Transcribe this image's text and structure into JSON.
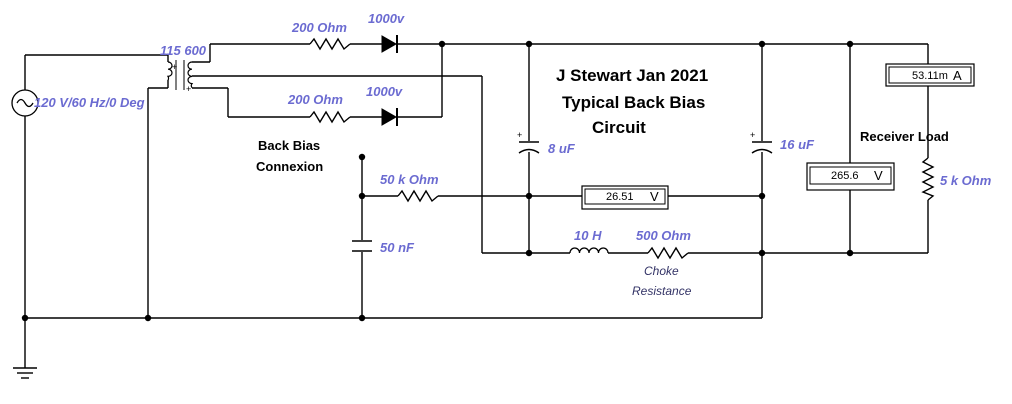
{
  "title": {
    "line1": "J Stewart Jan 2021",
    "line2": "Typical Back Bias",
    "line3": "Circuit"
  },
  "source": {
    "label": "120 V/60 Hz/0 Deg"
  },
  "transformer": {
    "label": "115 600"
  },
  "resistors": {
    "r_top": "200  Ohm",
    "r_mid": "200  Ohm",
    "r_bias": "50 k Ohm",
    "r_choke": "500  Ohm",
    "r_load": "5 k Ohm"
  },
  "diodes": {
    "d_top": "1000v",
    "d_mid": "1000v"
  },
  "capacitors": {
    "c1": "8 uF",
    "c2": "16 uF",
    "c3": "50 nF"
  },
  "inductor": {
    "label": "10 H"
  },
  "notes": {
    "back_bias_1": "Back Bias",
    "back_bias_2": "Connexion",
    "choke_1": "Choke",
    "choke_2": "Resistance",
    "receiver_load": "Receiver Load"
  },
  "meters": {
    "ammeter": {
      "value": "53.11m",
      "unit": "A"
    },
    "voltmeter_load": {
      "value": "265.6",
      "unit": "V"
    },
    "voltmeter_bias": {
      "value": "26.51",
      "unit": "V"
    }
  }
}
